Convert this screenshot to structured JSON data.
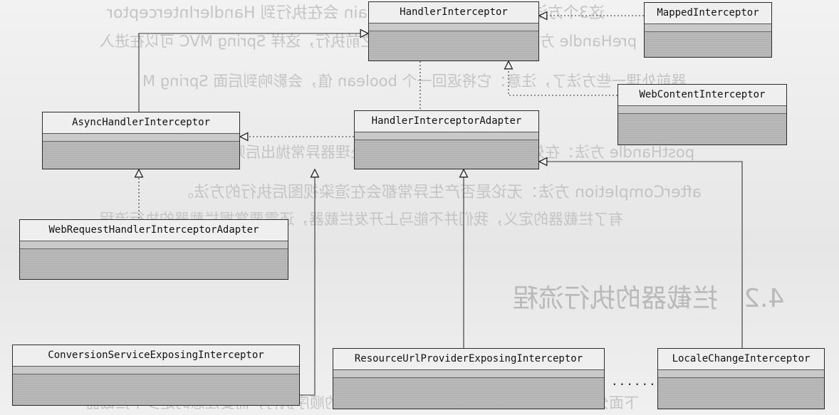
{
  "diagram": {
    "classes": {
      "handler_interceptor": "HandlerInterceptor",
      "mapped_interceptor": "MappedInterceptor",
      "web_content_interceptor": "WebContentInterceptor",
      "async_handler_interceptor": "AsyncHandlerInterceptor",
      "handler_interceptor_adapter": "HandlerInterceptorAdapter",
      "web_request_handler_interceptor_adapter": "WebRequestHandlerInterceptorAdapter",
      "conversion_service_exposing_interceptor": "ConversionServiceExposingInterceptor",
      "resource_url_provider_exposing_interceptor": "ResourceUrlProviderExposingInterceptor",
      "locale_change_interceptor": "LocaleChangeInterceptor"
    },
    "ellipsis": "......",
    "colors": {
      "box_header": "#efefef",
      "box_body": "#b9b9b9",
      "line": "#2b2b2b",
      "background": "#ebebeb"
    }
  },
  "background_text": {
    "line1": "这3个方法 HandlerExecutionChain 会在执行到 HandlerInterceptor",
    "line2": "preHandle 方法：会在处理器处理请求之前执行，这样 Spring MVC 可以在进入",
    "line3": "器前处理一些方法了，注意：它将返回一个 boolean 值，会影响到后面 Spring M",
    "line4": "postHandle 方法：在处理器处理请求之后执行，处理器异常抛出后则不再执行",
    "line5": "afterCompletion 方法：无论是否产生异常都会在渲染视图后执行的方法。",
    "line6": "有了拦截器的定义，我们并不能马上开发拦截器，还需要掌握拦截器的执行流程",
    "heading": "4.2　拦截器的执行流程",
    "line7": "下面分析拦截器的执行流程，它们会按照一定的顺序执行，需要注意的是多个拦截器"
  }
}
